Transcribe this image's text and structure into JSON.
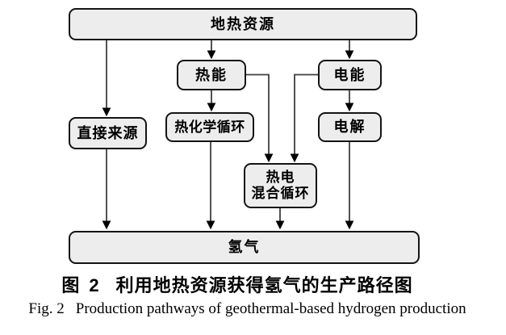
{
  "figure": {
    "caption_zh": {
      "tag": "图 2",
      "text": "利用地热资源获得氢气的生产路径图"
    },
    "caption_en": {
      "tag": "Fig. 2",
      "text": "Production pathways of geothermal-based hydrogen production"
    }
  },
  "diagram": {
    "type": "flowchart",
    "nodes": {
      "geothermal_resources": {
        "label": "地热资源"
      },
      "heat_energy": {
        "label": "热能"
      },
      "electric_energy": {
        "label": "电能"
      },
      "direct_source": {
        "label": "直接来源"
      },
      "thermochemical_cycle": {
        "label": "热化学循环"
      },
      "electrolysis": {
        "label": "电解"
      },
      "thermoelectric_hybrid_cycle": {
        "line1": "热电",
        "line2": "混合循环"
      },
      "hydrogen": {
        "label": "氢气"
      }
    },
    "edges": [
      {
        "from": "地热资源",
        "to": "直接来源"
      },
      {
        "from": "地热资源",
        "to": "热能"
      },
      {
        "from": "地热资源",
        "to": "电能"
      },
      {
        "from": "热能",
        "to": "热化学循环"
      },
      {
        "from": "热能",
        "to": "热电混合循环"
      },
      {
        "from": "电能",
        "to": "电解"
      },
      {
        "from": "电能",
        "to": "热电混合循环"
      },
      {
        "from": "直接来源",
        "to": "氢气"
      },
      {
        "from": "热化学循环",
        "to": "氢气"
      },
      {
        "from": "热电混合循环",
        "to": "氢气"
      },
      {
        "from": "电解",
        "to": "氢气"
      }
    ]
  },
  "colors": {
    "box-fill": "#ededed",
    "box-border": "#141414",
    "connector": "#3f3f3f",
    "arrowhead": "#000000",
    "page-bg": "#ffffff",
    "text-color": "#000000"
  }
}
